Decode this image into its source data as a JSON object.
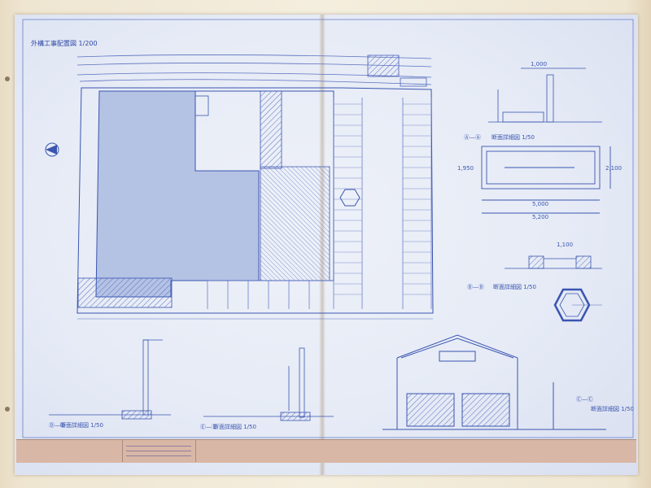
{
  "sheet": {
    "plan_title": "外構工事配置図 1/200",
    "details": [
      {
        "key": "detail-a",
        "label": "Ⓐ—Ⓐ",
        "title": "断面詳細図 1/50"
      },
      {
        "key": "detail-b",
        "label": "Ⓑ—Ⓑ",
        "title": "断面詳細図 1/50"
      },
      {
        "key": "detail-c",
        "label": "Ⓒ—Ⓒ",
        "title": "断面詳細図 1/50"
      },
      {
        "key": "detail-d",
        "label": "Ⓓ—Ⓓ",
        "title": "断面詳細図 1/50"
      },
      {
        "key": "detail-e",
        "label": "Ⓔ—Ⓔ",
        "title": "断面詳細図 1/50"
      }
    ],
    "dimensions": [
      "5,000",
      "5,200",
      "2,100",
      "1,950",
      "1,100",
      "1,000"
    ],
    "colors": {
      "ink": "#3a55b0",
      "paper": "#e6ebf6",
      "building_fill": "#b4c2e4",
      "titleblock": "#d9b7a6"
    }
  }
}
